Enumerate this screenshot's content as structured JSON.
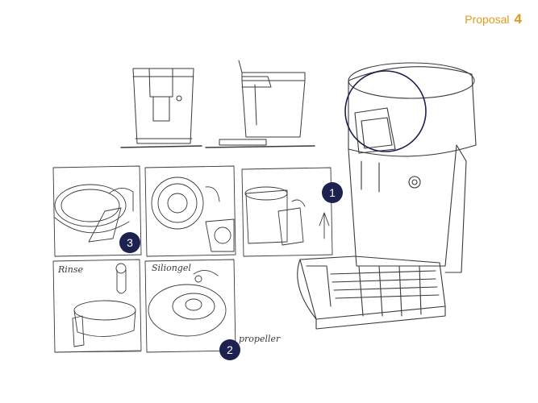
{
  "header": {
    "proposal_label": "Proposal",
    "proposal_number": "4"
  },
  "badges": [
    "1",
    "2",
    "3"
  ],
  "notes": {
    "rinse": "Rinse",
    "siliongel": "Siliongel",
    "propeller": "propeller"
  },
  "colors": {
    "accent": "#e39a1a",
    "badge": "#1d2150",
    "highlight_circle": "#1d2150",
    "pencil": "#3a3a3a"
  }
}
